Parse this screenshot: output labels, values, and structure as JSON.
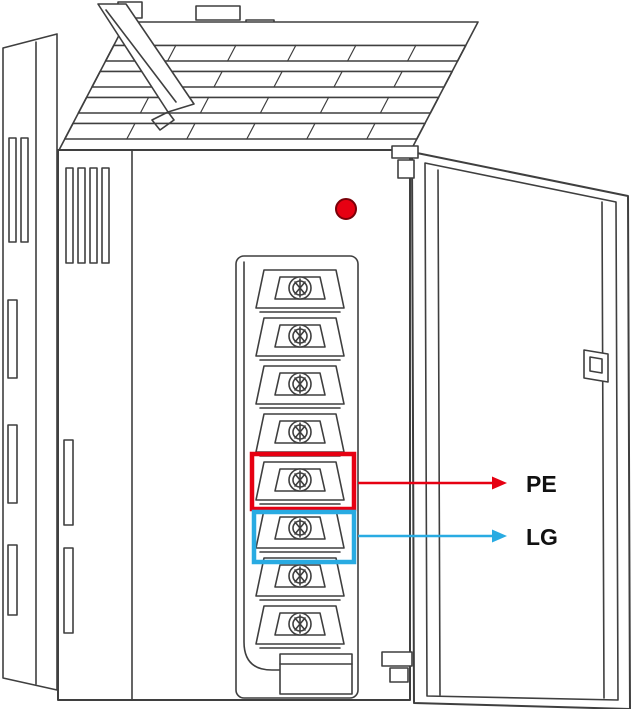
{
  "ink": "#3f3f3f",
  "label_color": "#111111",
  "led": {
    "color": "#e60012"
  },
  "terminals": {
    "count": 8,
    "pe_terminal_position": 5,
    "lg_terminal_position": 6
  },
  "annotations": {
    "pe": {
      "label": "PE",
      "color": "#e60012"
    },
    "lg": {
      "label": "LG",
      "color": "#29abe2"
    }
  }
}
